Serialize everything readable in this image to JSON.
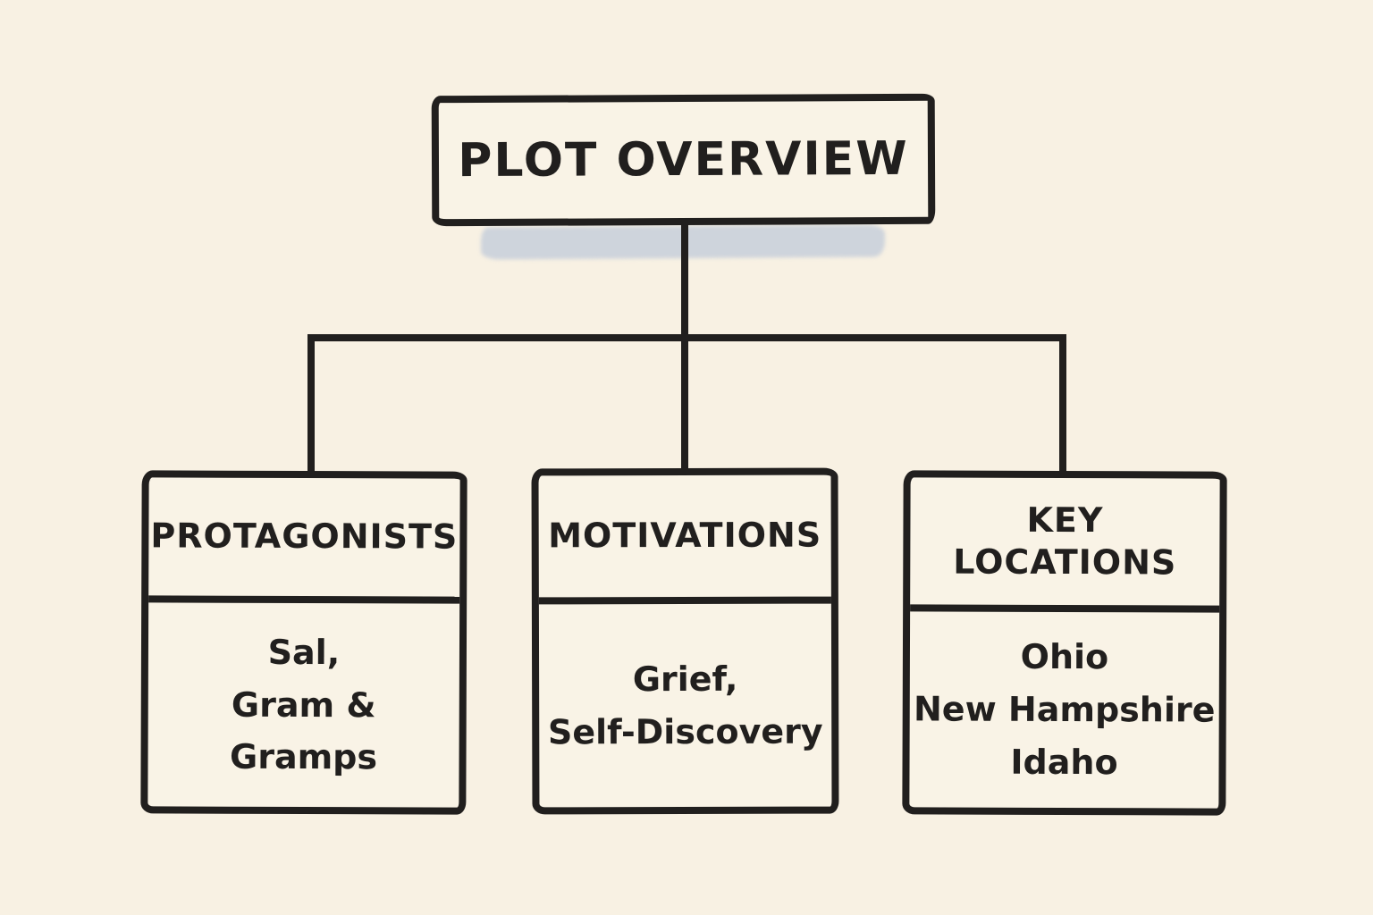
{
  "diagram": {
    "title": "PLOT OVERVIEW",
    "colors": {
      "background": "#F8F1E3",
      "ink": "#211F1E",
      "shadow": "#C7CFDB",
      "box_fill": "#F9F3E6"
    },
    "nodes": [
      {
        "id": "protagonists",
        "header": "PROTAGONISTS",
        "lines": [
          "Sal,",
          "Gram &",
          "Gramps"
        ]
      },
      {
        "id": "motivations",
        "header": "MOTIVATIONS",
        "lines": [
          "Grief,",
          "Self-Discovery"
        ]
      },
      {
        "id": "key-locations",
        "header": "KEY LOCATIONS",
        "lines": [
          "Ohio",
          "New Hampshire",
          "Idaho"
        ]
      }
    ]
  }
}
